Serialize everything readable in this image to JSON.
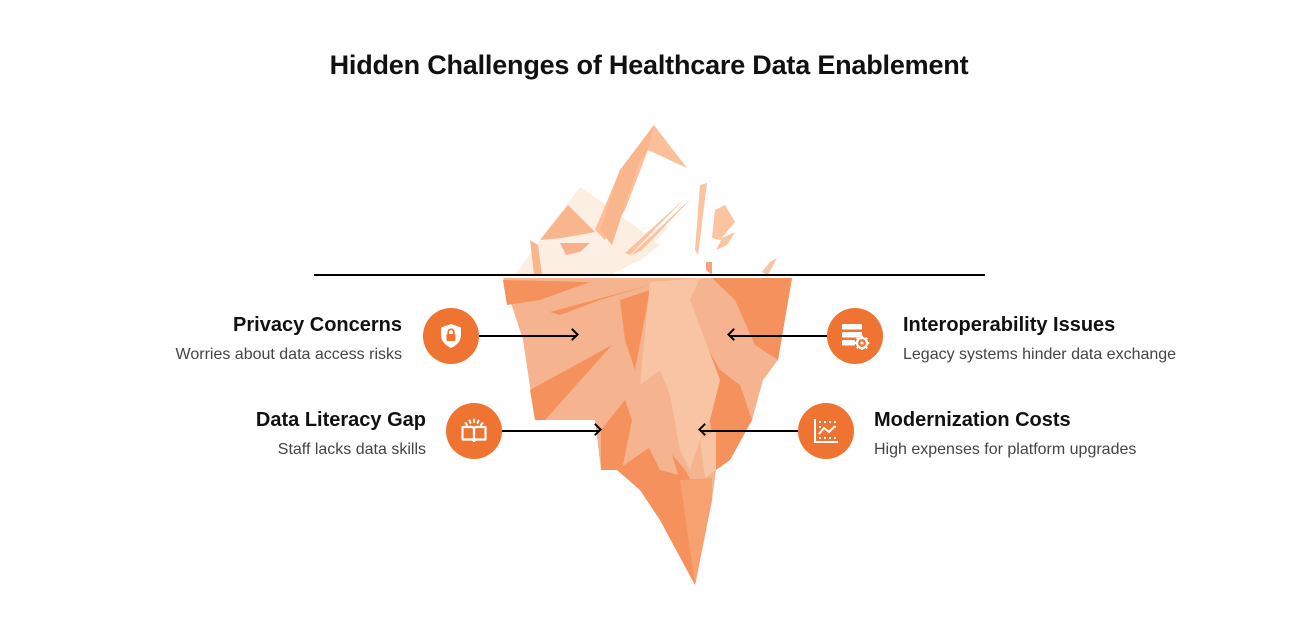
{
  "title": "Hidden Challenges of Healthcare Data Enablement",
  "colors": {
    "accent": "#ef7431",
    "ice_dark": "#f5915c",
    "ice_mid": "#f5b48f",
    "ice_light": "#f8c4a4",
    "ice_pale": "#fdeee2",
    "ice_tip": "#fbc39f",
    "waterline": "#000000",
    "heading_text": "#111111",
    "desc_text": "#444444"
  },
  "challenges": [
    {
      "id": "privacy",
      "side": "left",
      "heading": "Privacy Concerns",
      "description": "Worries about data access risks",
      "icon": "shield-lock-icon"
    },
    {
      "id": "interoperability",
      "side": "right",
      "heading": "Interoperability Issues",
      "description": "Legacy systems hinder data exchange",
      "icon": "database-gear-icon"
    },
    {
      "id": "literacy",
      "side": "left",
      "heading": "Data Literacy Gap",
      "description": "Staff lacks data skills",
      "icon": "open-book-icon"
    },
    {
      "id": "modernization",
      "side": "right",
      "heading": "Modernization Costs",
      "description": "High expenses for platform upgrades",
      "icon": "line-chart-icon"
    }
  ]
}
